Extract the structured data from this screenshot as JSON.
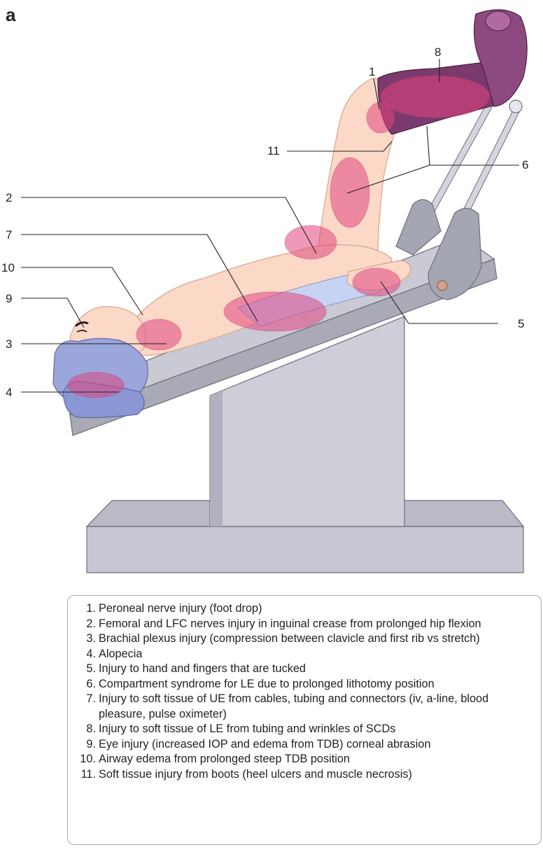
{
  "panel_label": "a",
  "callouts": [
    "1",
    "2",
    "3",
    "4",
    "5",
    "6",
    "7",
    "8",
    "9",
    "10",
    "11"
  ],
  "legend": [
    {
      "num": "1.",
      "text": "Peroneal nerve injury (foot drop)"
    },
    {
      "num": "2.",
      "text": "Femoral and LFC nerves injury in inguinal crease from prolonged hip flexion"
    },
    {
      "num": "3.",
      "text": "Brachial plexus injury (compression between clavicle and first rib vs stretch)"
    },
    {
      "num": "4.",
      "text": "Alopecia"
    },
    {
      "num": "5.",
      "text": "Injury to hand and fingers that are tucked"
    },
    {
      "num": "6.",
      "text": "Compartment syndrome for LE due to prolonged lithotomy position"
    },
    {
      "num": "7.",
      "text": "Injury to soft tissue of UE from cables, tubing and connectors (iv, a-line, blood pleasure, pulse oximeter)"
    },
    {
      "num": "8.",
      "text": "Injury to soft tissue of LE from tubing and wrinkles of SCDs"
    },
    {
      "num": "9.",
      "text": "Eye injury (increased IOP and edema from TDB) corneal abrasion"
    },
    {
      "num": "10.",
      "text": "Airway edema from prolonged steep TDB position"
    },
    {
      "num": "11.",
      "text": "Soft tissue injury from boots (heel ulcers and muscle necrosis)"
    }
  ],
  "colors": {
    "table": "#c9cad3",
    "table_dark": "#9a9ba8",
    "skin": "#fbd9c6",
    "injury_zone": "#e0457f",
    "boot": "#7a3a6e",
    "cap": "#9aa6dc",
    "leader_line": "#231f20"
  }
}
